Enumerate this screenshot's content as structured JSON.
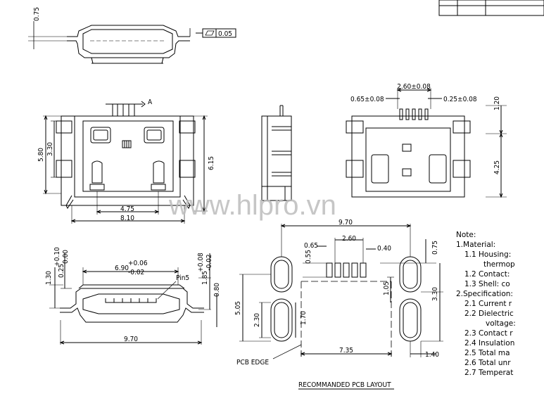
{
  "top_view": {
    "thickness": "0.75",
    "flatness_value": "0.05"
  },
  "front_view": {
    "arrow_label": "A",
    "width_overall": "8.10",
    "width_inner": "4.75",
    "height_overall": "5.80",
    "height_inner": "3.30",
    "height_side": "6.15"
  },
  "right_view": {
    "pitch_dim": "2.60±0.08",
    "pin_width": "0.65±0.08",
    "pin_gap": "0.25±0.08",
    "right_top": "1.20",
    "right_mid": "4.25"
  },
  "bottom_view": {
    "opening_width": "6.90",
    "opening_tol_plus": "+0.06",
    "opening_tol_minus": "-0.02",
    "pin_label": "Pin5",
    "left_height": "1.30",
    "left_tol_top": "0.25",
    "left_tol_plus": "+0.10",
    "left_tol_zero": "0.00",
    "right_height": "1.85",
    "right_tol_plus": "+0.08",
    "right_tol_minus": "-0.02",
    "right_small": "0.80",
    "width": "9.70"
  },
  "pcb_layout": {
    "overall_width": "9.70",
    "pad_width": "0.65",
    "pitch": "2.60",
    "pad_gap": "0.40",
    "pad_length": "0.55",
    "right_top": "0.75",
    "mid_1": "1.05",
    "right_mid": "3.30",
    "left_total": "5.05",
    "left_small": "2.30",
    "slot_len": "1.70",
    "bottom_width": "7.35",
    "bottom_right": "1.40",
    "edge_label": "PCB EDGE",
    "title": "RECOMMANDED PCB LAYOUT"
  },
  "notes": {
    "title": "Note:",
    "lines": [
      "1.Material:",
      "1.1 Housing:",
      "thermop",
      "1.2 Contact:",
      "1.3 Shell: co",
      "2.Specification:",
      "2.1 Current r",
      "2.2 Dielectric",
      "voltage:",
      "2.3 Contact r",
      "2.4 Insulation",
      "2.5 Total ma",
      "2.6 Total unr",
      "2.7 Temperat"
    ]
  },
  "watermark": "www.hlpro.vn"
}
